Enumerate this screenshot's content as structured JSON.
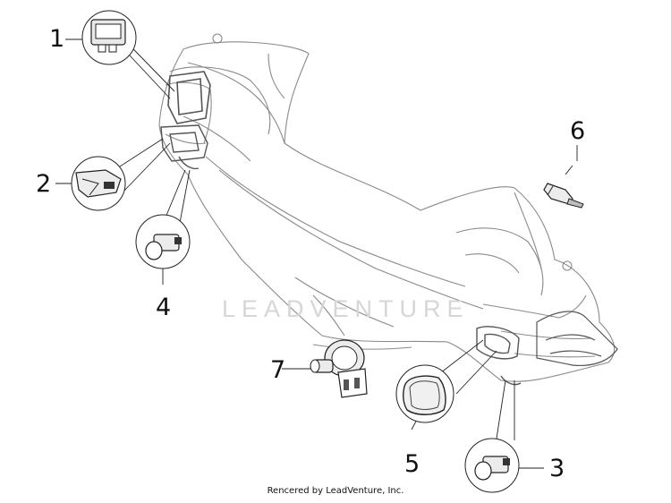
{
  "watermark": "LEADVENTURE",
  "footer": "Rencered by LeadVenture, Inc.",
  "callouts": [
    {
      "id": "1",
      "label": "1"
    },
    {
      "id": "2",
      "label": "2"
    },
    {
      "id": "3",
      "label": "3"
    },
    {
      "id": "4",
      "label": "4"
    },
    {
      "id": "5",
      "label": "5"
    },
    {
      "id": "6",
      "label": "6"
    },
    {
      "id": "7",
      "label": "7"
    }
  ],
  "colors": {
    "line": "#7c7c7c",
    "part": "#2a2a2a",
    "fill": "#e6e6e6",
    "watermark": "#d6d6d6"
  }
}
